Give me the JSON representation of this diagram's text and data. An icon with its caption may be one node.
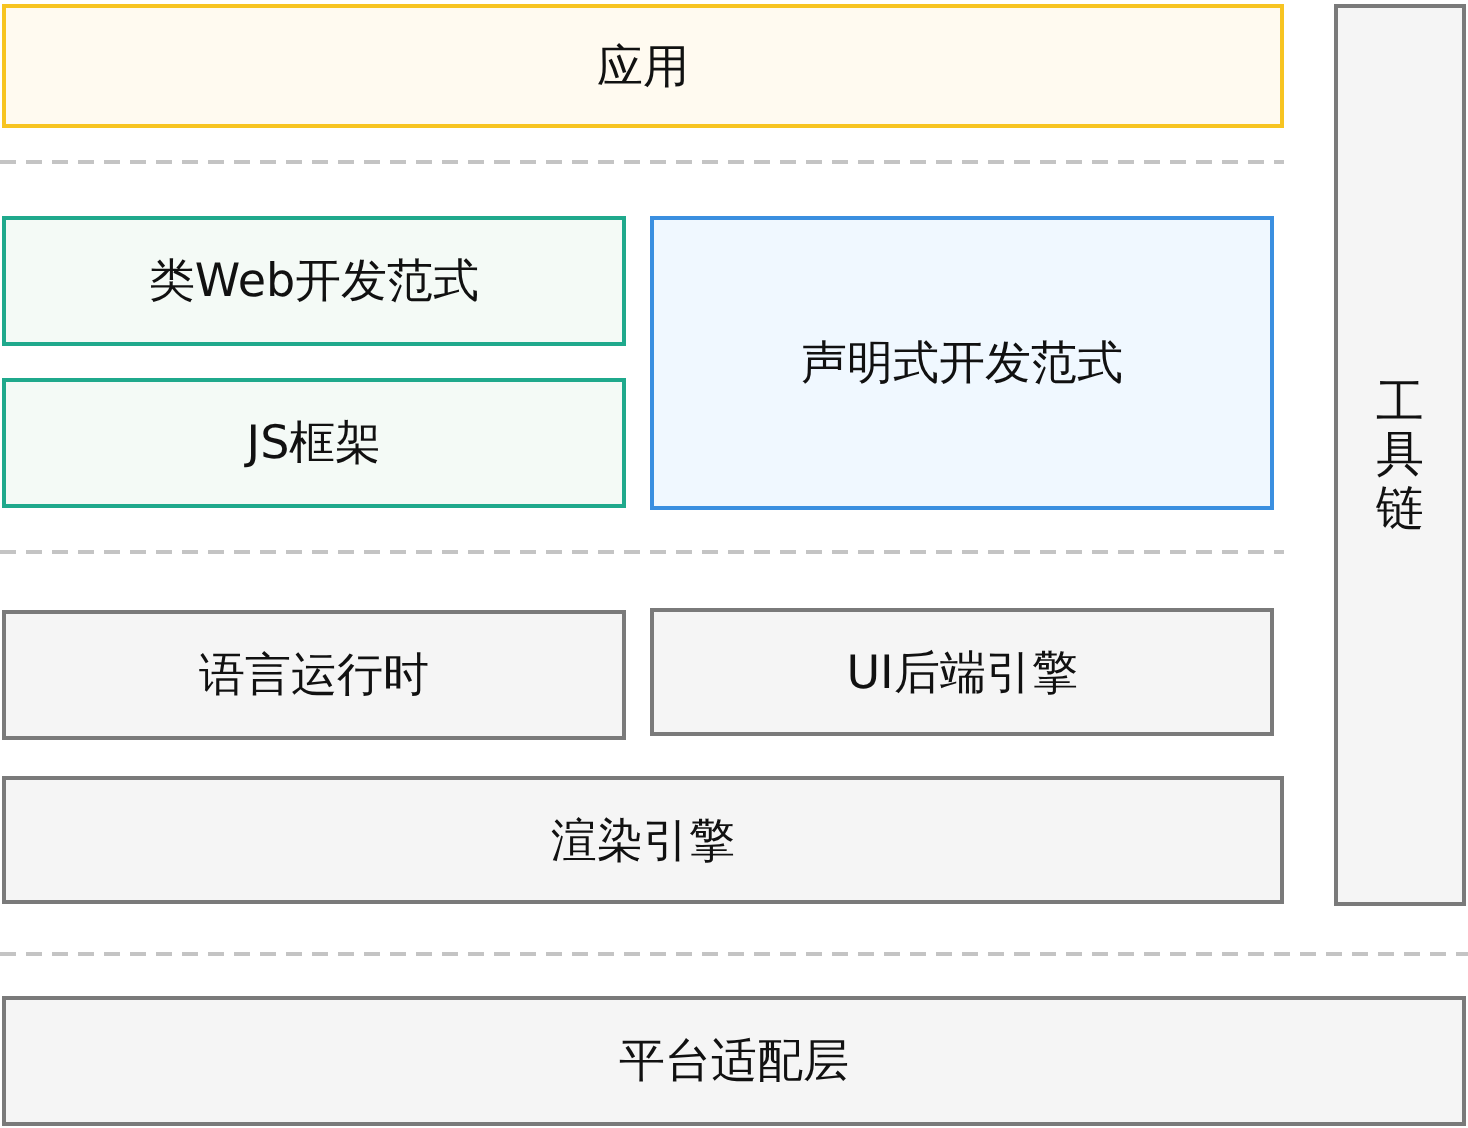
{
  "diagram": {
    "nodes": [
      {
        "text": [
          "应用"
        ]
      },
      {
        "text": [
          "工具链"
        ]
      },
      {
        "text": [
          "类Web开发范式"
        ]
      },
      {
        "text": [
          "JS框架"
        ]
      },
      {
        "text": [
          "声明式开发范式"
        ]
      },
      {
        "text": [
          "语言运行时"
        ]
      },
      {
        "text": [
          "UI后端引擎"
        ]
      },
      {
        "text": [
          "渲染引擎"
        ]
      },
      {
        "text": [
          "平台适配层"
        ]
      }
    ]
  }
}
